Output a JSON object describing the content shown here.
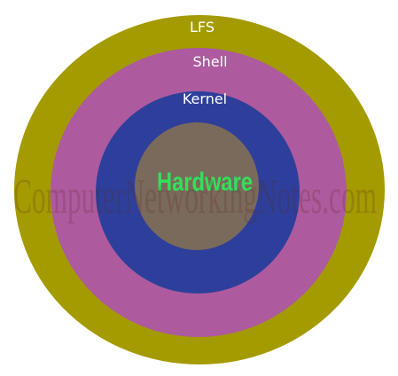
{
  "layers": [
    {
      "id": "lfs",
      "label": "LFS",
      "color": "#a49b00"
    },
    {
      "id": "shell",
      "label": "Shell",
      "color": "#ad5a9f"
    },
    {
      "id": "kernel",
      "label": "Kernel",
      "color": "#2e3f9b"
    },
    {
      "id": "hardware",
      "label": "Hardware",
      "color": "#7a6a5c",
      "label_color": "#33e05a"
    }
  ],
  "watermark": "ComputerNetworkingNotes.com"
}
